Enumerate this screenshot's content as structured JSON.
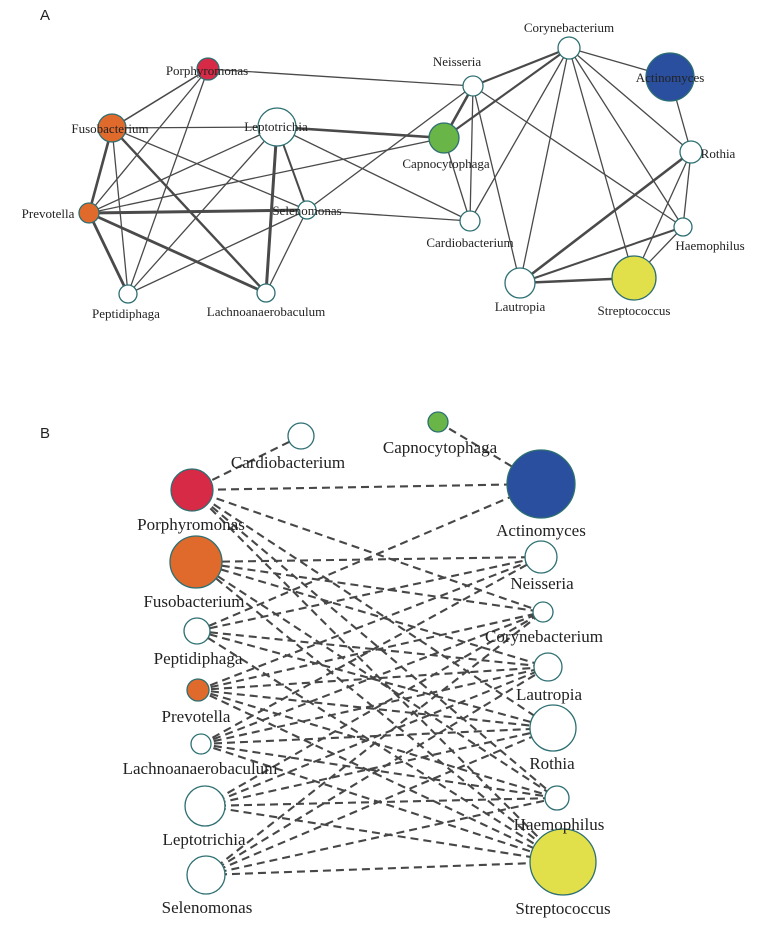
{
  "panel_a": {
    "letter": "A",
    "nodes": [
      {
        "id": "porphyromonas",
        "label": "Porphyromonas",
        "color": "#d62a46"
      },
      {
        "id": "fusobacterium",
        "label": "Fusobacterium",
        "color": "#e06a2c"
      },
      {
        "id": "leptotrichia",
        "label": "Leptotrichia",
        "color": "#ffffff"
      },
      {
        "id": "prevotella",
        "label": "Prevotella",
        "color": "#e06a2c"
      },
      {
        "id": "selenomonas",
        "label": "Selenomonas",
        "color": "#ffffff"
      },
      {
        "id": "peptidiphaga",
        "label": "Peptidiphaga",
        "color": "#ffffff"
      },
      {
        "id": "lachnoanaerobaculum",
        "label": "Lachnoanaerobaculum",
        "color": "#ffffff"
      },
      {
        "id": "neisseria",
        "label": "Neisseria",
        "color": "#ffffff"
      },
      {
        "id": "corynebacterium",
        "label": "Corynebacterium",
        "color": "#ffffff"
      },
      {
        "id": "actinomyces",
        "label": "Actinomyces",
        "color": "#2a4f9e"
      },
      {
        "id": "capnocytophaga",
        "label": "Capnocytophaga",
        "color": "#6ab547"
      },
      {
        "id": "rothia",
        "label": "Rothia",
        "color": "#ffffff"
      },
      {
        "id": "cardiobacterium",
        "label": "Cardiobacterium",
        "color": "#ffffff"
      },
      {
        "id": "haemophilus",
        "label": "Haemophilus",
        "color": "#ffffff"
      },
      {
        "id": "lautropia",
        "label": "Lautropia",
        "color": "#ffffff"
      },
      {
        "id": "streptococcus",
        "label": "Streptococcus",
        "color": "#e2e04a"
      }
    ],
    "edges": [
      [
        "porphyromonas",
        "fusobacterium"
      ],
      [
        "porphyromonas",
        "prevotella"
      ],
      [
        "porphyromonas",
        "peptidiphaga"
      ],
      [
        "porphyromonas",
        "neisseria"
      ],
      [
        "fusobacterium",
        "leptotrichia"
      ],
      [
        "fusobacterium",
        "prevotella"
      ],
      [
        "fusobacterium",
        "selenomonas"
      ],
      [
        "fusobacterium",
        "peptidiphaga"
      ],
      [
        "fusobacterium",
        "lachnoanaerobaculum"
      ],
      [
        "leptotrichia",
        "prevotella"
      ],
      [
        "leptotrichia",
        "selenomonas"
      ],
      [
        "leptotrichia",
        "peptidiphaga"
      ],
      [
        "leptotrichia",
        "lachnoanaerobaculum"
      ],
      [
        "leptotrichia",
        "capnocytophaga"
      ],
      [
        "leptotrichia",
        "cardiobacterium"
      ],
      [
        "prevotella",
        "selenomonas"
      ],
      [
        "prevotella",
        "peptidiphaga"
      ],
      [
        "prevotella",
        "lachnoanaerobaculum"
      ],
      [
        "prevotella",
        "capnocytophaga"
      ],
      [
        "selenomonas",
        "peptidiphaga"
      ],
      [
        "selenomonas",
        "lachnoanaerobaculum"
      ],
      [
        "selenomonas",
        "cardiobacterium"
      ],
      [
        "selenomonas",
        "neisseria"
      ],
      [
        "neisseria",
        "corynebacterium"
      ],
      [
        "neisseria",
        "capnocytophaga"
      ],
      [
        "neisseria",
        "cardiobacterium"
      ],
      [
        "neisseria",
        "lautropia"
      ],
      [
        "neisseria",
        "haemophilus"
      ],
      [
        "corynebacterium",
        "actinomyces"
      ],
      [
        "corynebacterium",
        "capnocytophaga"
      ],
      [
        "corynebacterium",
        "cardiobacterium"
      ],
      [
        "corynebacterium",
        "rothia"
      ],
      [
        "corynebacterium",
        "haemophilus"
      ],
      [
        "corynebacterium",
        "lautropia"
      ],
      [
        "corynebacterium",
        "streptococcus"
      ],
      [
        "actinomyces",
        "rothia"
      ],
      [
        "capnocytophaga",
        "cardiobacterium"
      ],
      [
        "rothia",
        "haemophilus"
      ],
      [
        "rothia",
        "lautropia"
      ],
      [
        "rothia",
        "streptococcus"
      ],
      [
        "haemophilus",
        "lautropia"
      ],
      [
        "haemophilus",
        "streptococcus"
      ],
      [
        "lautropia",
        "streptococcus"
      ]
    ]
  },
  "panel_b": {
    "letter": "B",
    "nodes": [
      {
        "id": "cardiobacterium",
        "label": "Cardiobacterium",
        "color": "#ffffff"
      },
      {
        "id": "capnocytophaga",
        "label": "Capnocytophaga",
        "color": "#6ab547"
      },
      {
        "id": "porphyromonas",
        "label": "Porphyromonas",
        "color": "#d62a46"
      },
      {
        "id": "actinomyces",
        "label": "Actinomyces",
        "color": "#2a4f9e"
      },
      {
        "id": "fusobacterium",
        "label": "Fusobacterium",
        "color": "#e06a2c"
      },
      {
        "id": "neisseria",
        "label": "Neisseria",
        "color": "#ffffff"
      },
      {
        "id": "corynebacterium",
        "label": "Corynebacterium",
        "color": "#ffffff"
      },
      {
        "id": "peptidiphaga",
        "label": "Peptidiphaga",
        "color": "#ffffff"
      },
      {
        "id": "lautropia",
        "label": "Lautropia",
        "color": "#ffffff"
      },
      {
        "id": "prevotella",
        "label": "Prevotella",
        "color": "#e06a2c"
      },
      {
        "id": "lachnoanaerobaculum",
        "label": "Lachnoanaerobaculum",
        "color": "#ffffff"
      },
      {
        "id": "rothia",
        "label": "Rothia",
        "color": "#ffffff"
      },
      {
        "id": "leptotrichia",
        "label": "Leptotrichia",
        "color": "#ffffff"
      },
      {
        "id": "haemophilus",
        "label": "Haemophilus",
        "color": "#ffffff"
      },
      {
        "id": "selenomonas",
        "label": "Selenomonas",
        "color": "#ffffff"
      },
      {
        "id": "streptococcus",
        "label": "Streptococcus",
        "color": "#e2e04a"
      }
    ],
    "edges": [
      [
        "cardiobacterium",
        "porphyromonas"
      ],
      [
        "capnocytophaga",
        "actinomyces"
      ],
      [
        "porphyromonas",
        "actinomyces"
      ],
      [
        "porphyromonas",
        "corynebacterium"
      ],
      [
        "porphyromonas",
        "rothia"
      ],
      [
        "porphyromonas",
        "haemophilus"
      ],
      [
        "porphyromonas",
        "streptococcus"
      ],
      [
        "fusobacterium",
        "neisseria"
      ],
      [
        "fusobacterium",
        "corynebacterium"
      ],
      [
        "fusobacterium",
        "lautropia"
      ],
      [
        "fusobacterium",
        "haemophilus"
      ],
      [
        "fusobacterium",
        "streptococcus"
      ],
      [
        "peptidiphaga",
        "neisseria"
      ],
      [
        "peptidiphaga",
        "lautropia"
      ],
      [
        "peptidiphaga",
        "rothia"
      ],
      [
        "peptidiphaga",
        "streptococcus"
      ],
      [
        "peptidiphaga",
        "actinomyces"
      ],
      [
        "prevotella",
        "neisseria"
      ],
      [
        "prevotella",
        "corynebacterium"
      ],
      [
        "prevotella",
        "lautropia"
      ],
      [
        "prevotella",
        "rothia"
      ],
      [
        "prevotella",
        "haemophilus"
      ],
      [
        "prevotella",
        "streptococcus"
      ],
      [
        "lachnoanaerobaculum",
        "corynebacterium"
      ],
      [
        "lachnoanaerobaculum",
        "lautropia"
      ],
      [
        "lachnoanaerobaculum",
        "rothia"
      ],
      [
        "lachnoanaerobaculum",
        "haemophilus"
      ],
      [
        "lachnoanaerobaculum",
        "streptococcus"
      ],
      [
        "lachnoanaerobaculum",
        "neisseria"
      ],
      [
        "leptotrichia",
        "lautropia"
      ],
      [
        "leptotrichia",
        "rothia"
      ],
      [
        "leptotrichia",
        "haemophilus"
      ],
      [
        "leptotrichia",
        "streptococcus"
      ],
      [
        "leptotrichia",
        "corynebacterium"
      ],
      [
        "selenomonas",
        "lautropia"
      ],
      [
        "selenomonas",
        "rothia"
      ],
      [
        "selenomonas",
        "haemophilus"
      ],
      [
        "selenomonas",
        "streptococcus"
      ],
      [
        "selenomonas",
        "corynebacterium"
      ]
    ]
  }
}
